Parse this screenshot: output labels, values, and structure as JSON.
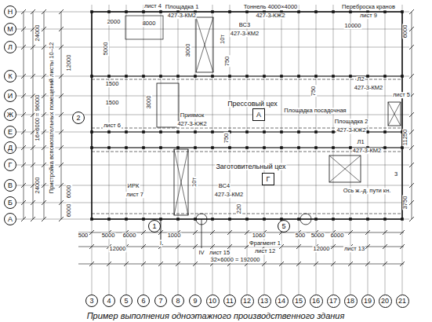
{
  "diagram": {
    "caption": "Пример выполнения одноэтажного производственного здания",
    "nodes": [
      {
        "text": [
          "Н"
        ]
      },
      {
        "text": [
          "М"
        ]
      },
      {
        "text": [
          "Л"
        ]
      },
      {
        "text": [
          "К"
        ]
      },
      {
        "text": [
          "И"
        ]
      },
      {
        "text": [
          "Ж"
        ]
      },
      {
        "text": [
          "Е"
        ]
      },
      {
        "text": [
          "Д"
        ]
      },
      {
        "text": [
          "Г"
        ]
      },
      {
        "text": [
          "В"
        ]
      },
      {
        "text": [
          "Б"
        ]
      },
      {
        "text": [
          "А"
        ]
      },
      {
        "text": [
          "2"
        ]
      },
      {
        "text": [
          "А"
        ]
      },
      {
        "text": [
          "Г"
        ]
      },
      {
        "text": [
          "1"
        ]
      },
      {
        "text": [
          "5"
        ]
      },
      {
        "text": [
          "3"
        ]
      },
      {
        "text": [
          "4"
        ]
      },
      {
        "text": [
          "5"
        ]
      },
      {
        "text": [
          "6"
        ]
      },
      {
        "text": [
          "7"
        ]
      },
      {
        "text": [
          "8"
        ]
      },
      {
        "text": [
          "9"
        ]
      },
      {
        "text": [
          "10"
        ]
      },
      {
        "text": [
          "11"
        ]
      },
      {
        "text": [
          "12"
        ]
      },
      {
        "text": [
          "13"
        ]
      },
      {
        "text": [
          "14"
        ]
      },
      {
        "text": [
          "15"
        ]
      },
      {
        "text": [
          "16"
        ]
      },
      {
        "text": [
          "17"
        ]
      },
      {
        "text": [
          "18"
        ]
      },
      {
        "text": [
          "19"
        ]
      },
      {
        "text": [
          "20"
        ]
      },
      {
        "text": [
          "21"
        ]
      }
    ],
    "labels": [
      "лист 4",
      "Площадка 1",
      "427-3-КМ2",
      "2000",
      "8000",
      "Тоннель 4000×4000",
      "427-3-КЖ2",
      "ВС3",
      "427-3-КМ2",
      "Переброска кранов",
      "лист 9",
      "10000",
      "10т",
      "5000",
      "3000",
      "750",
      "1500",
      "1500",
      "3000",
      "Прессовый цех",
      "Приямок",
      "427-3-КЖ2",
      "лист 6",
      "Л2",
      "427-3-КМ2",
      "лист 5",
      "750",
      "Площадка посадочная",
      "Площадка 2",
      "427-3-КЖ2",
      "Л1",
      "427-3-КМ2",
      "750",
      "Заготовительный цех",
      "ИРК",
      "лист 7",
      "10т",
      "ВС4",
      "427-3-КМ2",
      "220",
      "Ось ж.-д. пути кн.",
      "3750",
      "3",
      "6000",
      "11250",
      "24000",
      "16×6000 = 96000",
      "24000",
      "Пристройка вспомогательных помещений листы 10–12",
      "6000",
      "6000",
      "12000",
      "500",
      "5000",
      "6000",
      "12000",
      "1000",
      "I",
      "IV",
      "лист 15",
      "1060",
      "Фрагмент 1",
      "лист 12",
      "500",
      "5000",
      "6000",
      "12000",
      "лист 13",
      "32×6000 = 192000"
    ]
  }
}
